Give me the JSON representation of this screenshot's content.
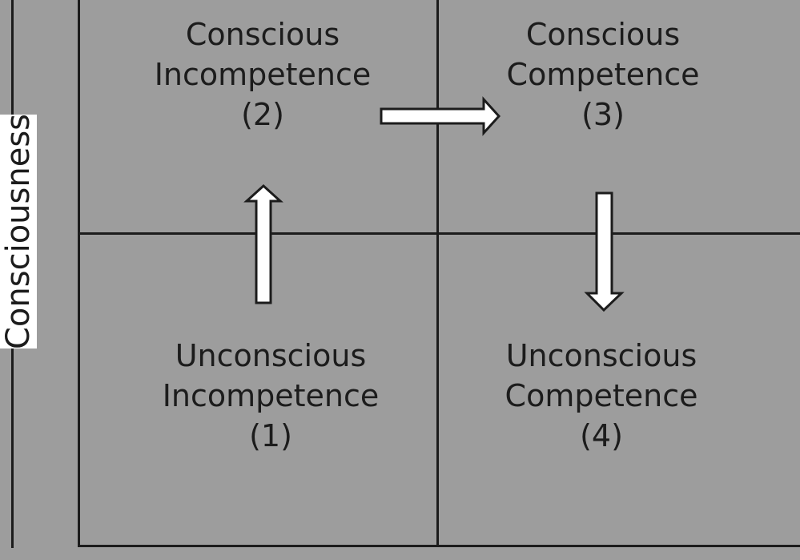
{
  "axis": {
    "label": "Consciousness"
  },
  "quadrants": {
    "q2": {
      "line1": "Conscious",
      "line2": "Incompetence",
      "number": "(2)"
    },
    "q3": {
      "line1": "Conscious",
      "line2": "Competence",
      "number": "(3)"
    },
    "q1": {
      "line1": "Unconscious",
      "line2": "Incompetence",
      "number": "(1)"
    },
    "q4": {
      "line1": "Unconscious",
      "line2": "Competence",
      "number": "(4)"
    }
  },
  "colors": {
    "background": "#9d9d9d",
    "lines": "#1c1c1c",
    "arrow_fill": "#ffffff"
  }
}
